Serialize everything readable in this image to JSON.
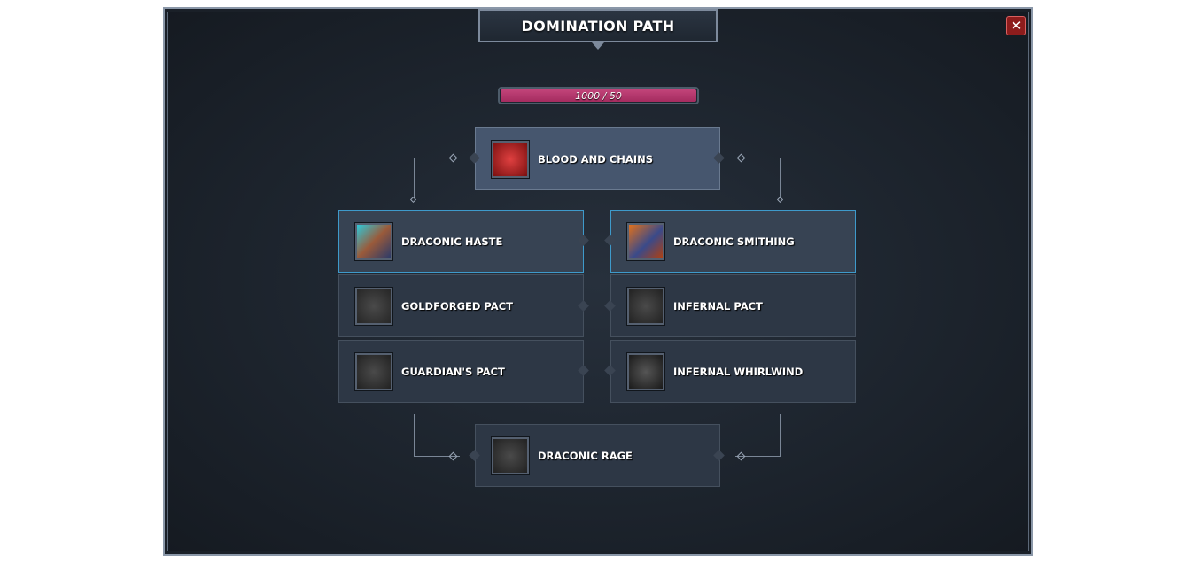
{
  "title": "DOMINATION PATH",
  "close_label": "✕",
  "progress": {
    "text": "1000 / 50",
    "fraction": 1.0
  },
  "nodes": {
    "top": {
      "label": "BLOOD AND CHAINS",
      "icon": "blood-chains-icon",
      "color": "#b82a2a"
    },
    "left": [
      {
        "label": "DRACONIC HASTE",
        "icon": "draconic-haste-icon",
        "color": "#2fb8c8"
      },
      {
        "label": "GOLDFORGED PACT",
        "icon": "goldforged-pact-icon",
        "color": "#3a3a3a"
      },
      {
        "label": "GUARDIAN'S PACT",
        "icon": "guardians-pact-icon",
        "color": "#3a3a3a"
      }
    ],
    "right": [
      {
        "label": "DRACONIC SMITHING",
        "icon": "draconic-smithing-icon",
        "color": "#d0601c"
      },
      {
        "label": "INFERNAL PACT",
        "icon": "infernal-pact-icon",
        "color": "#3a3a3a"
      },
      {
        "label": "INFERNAL WHIRLWIND",
        "icon": "infernal-whirlwind-icon",
        "color": "#3a3a3a"
      }
    ],
    "bottom": {
      "label": "DRACONIC RAGE",
      "icon": "draconic-rage-icon",
      "color": "#3a3a3a"
    }
  }
}
